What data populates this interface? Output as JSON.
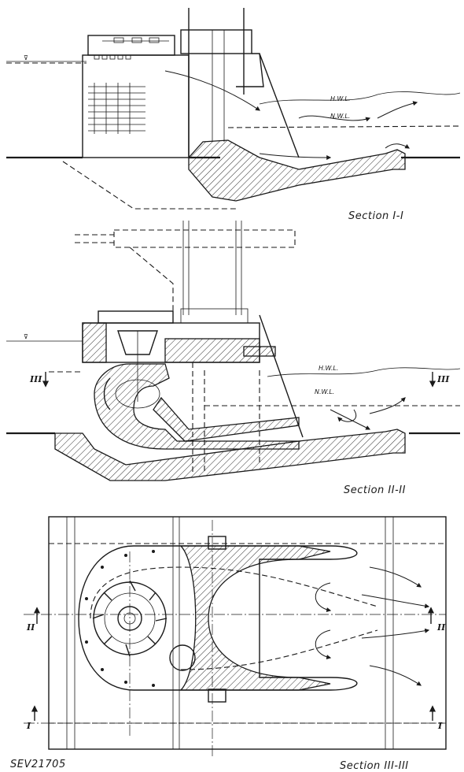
{
  "labels": {
    "section_1": "Section I-I",
    "section_2": "Section II-II",
    "section_3": "Section III-III",
    "drawing_number": "SEV21705",
    "hwl": "H.W.L.",
    "nwl": "N.W.L."
  },
  "cut_markers": {
    "roman_2": "II",
    "roman_3": "III",
    "roman_1": "I"
  }
}
